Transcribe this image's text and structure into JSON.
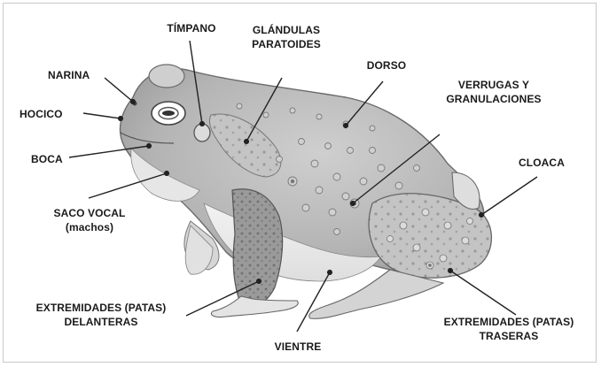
{
  "labels": {
    "timpano": "TÍMPANO",
    "glandulas_l1": "GLÁNDULAS",
    "glandulas_l2": "PARATOIDES",
    "narina": "NARINA",
    "dorso": "DORSO",
    "verrugas_l1": "VERRUGAS Y",
    "verrugas_l2": "GRANULACIONES",
    "hocico": "HOCICO",
    "boca": "BOCA",
    "cloaca": "CLOACA",
    "saco_l1": "SACO VOCAL",
    "saco_l2": "(machos)",
    "ext_del_l1": "EXTREMIDADES (PATAS)",
    "ext_del_l2": "DELANTERAS",
    "vientre": "VIENTRE",
    "ext_tra_l1": "EXTREMIDADES (PATAS)",
    "ext_tra_l2": "TRASERAS"
  },
  "colors": {
    "body_gray": "#bdbdbd",
    "belly": "#ececec",
    "line": "#222222",
    "outline": "#6a6a6a"
  }
}
